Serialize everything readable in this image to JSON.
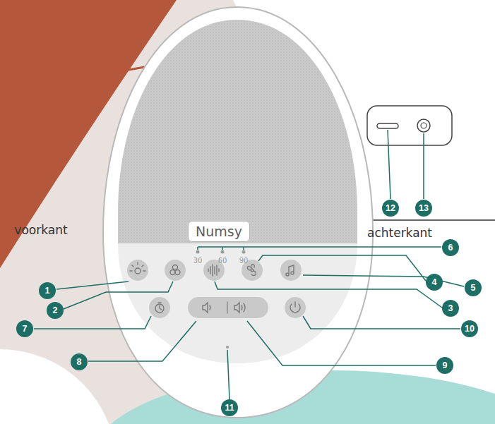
{
  "diagram": {
    "nodes": [
      {
        "text": [
          "Numsy"
        ]
      },
      {
        "text": [
          "1"
        ]
      },
      {
        "text": [
          "2"
        ]
      },
      {
        "text": [
          "3"
        ]
      },
      {
        "text": [
          "4"
        ]
      },
      {
        "text": [
          "5"
        ]
      },
      {
        "text": [
          "6"
        ]
      },
      {
        "text": [
          "7"
        ]
      },
      {
        "text": [
          "8"
        ]
      },
      {
        "text": [
          "9"
        ]
      },
      {
        "text": [
          "10"
        ]
      },
      {
        "text": [
          "11"
        ]
      },
      {
        "text": [
          "12"
        ]
      },
      {
        "text": [
          "13"
        ]
      }
    ],
    "labels": [
      "voorkant",
      "achterkant",
      "30",
      "60",
      "90"
    ]
  }
}
